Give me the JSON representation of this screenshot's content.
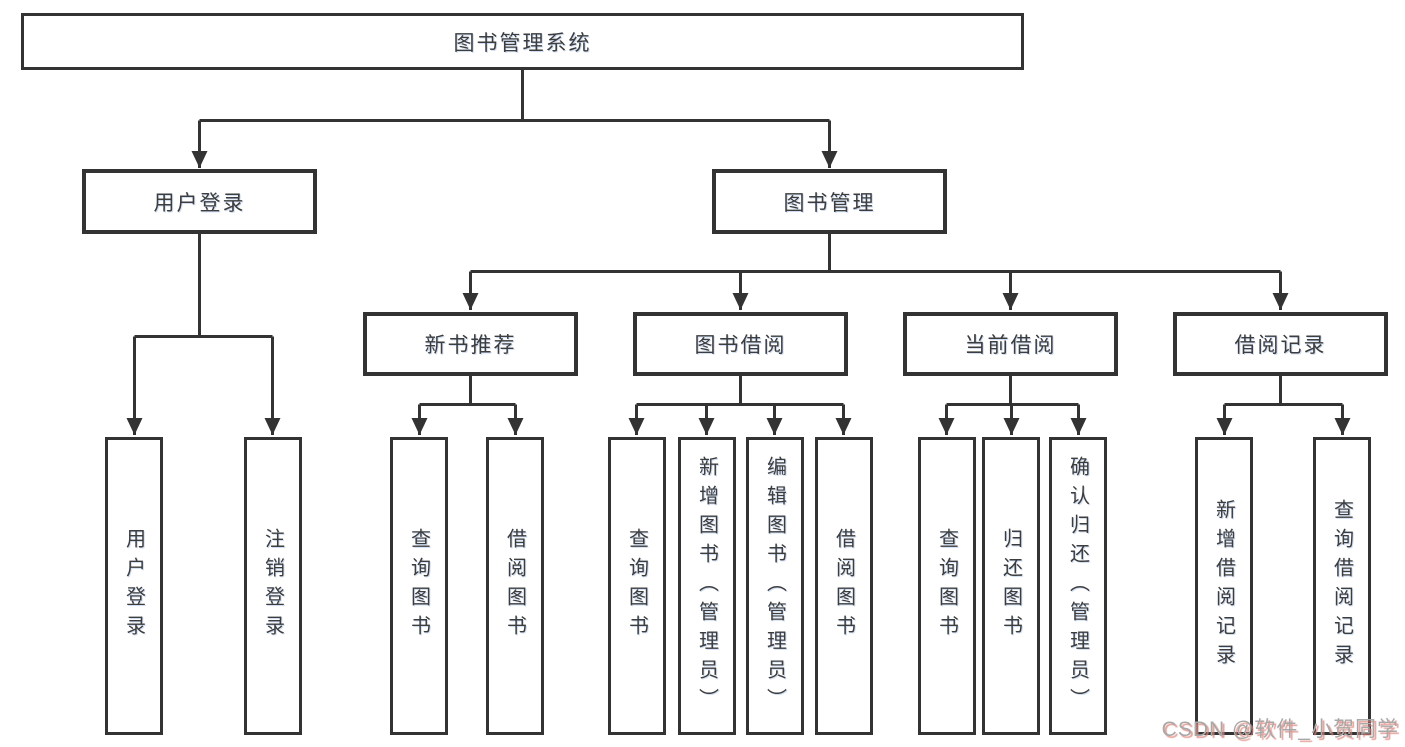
{
  "diagram_title": "图书管理系统",
  "tree": {
    "root": {
      "label": "图书管理系统"
    },
    "branches": [
      {
        "label": "用户登录",
        "children": [
          {
            "label": "用户登录"
          },
          {
            "label": "注销登录"
          }
        ]
      },
      {
        "label": "图书管理",
        "children": [
          {
            "label": "新书推荐",
            "children": [
              {
                "label": "查询图书"
              },
              {
                "label": "借阅图书"
              }
            ]
          },
          {
            "label": "图书借阅",
            "children": [
              {
                "label": "查询图书"
              },
              {
                "label": "新增图书（管理员）"
              },
              {
                "label": "编辑图书（管理员）"
              },
              {
                "label": "借阅图书"
              }
            ]
          },
          {
            "label": "当前借阅",
            "children": [
              {
                "label": "查询图书"
              },
              {
                "label": "归还图书"
              },
              {
                "label": "确认归还（管理员）"
              }
            ]
          },
          {
            "label": "借阅记录",
            "children": [
              {
                "label": "新增借阅记录"
              },
              {
                "label": "查询借阅记录"
              }
            ]
          }
        ]
      }
    ]
  },
  "watermark": {
    "text": "CSDN @软件_小贺同学"
  },
  "colors": {
    "line": "#333333",
    "box_border": "#333333",
    "box_fill": "#ffffff",
    "text": "#3d3d3d",
    "background": "#ffffff",
    "watermark_gray": "#a8a8a8",
    "watermark_red": "#de8278"
  }
}
